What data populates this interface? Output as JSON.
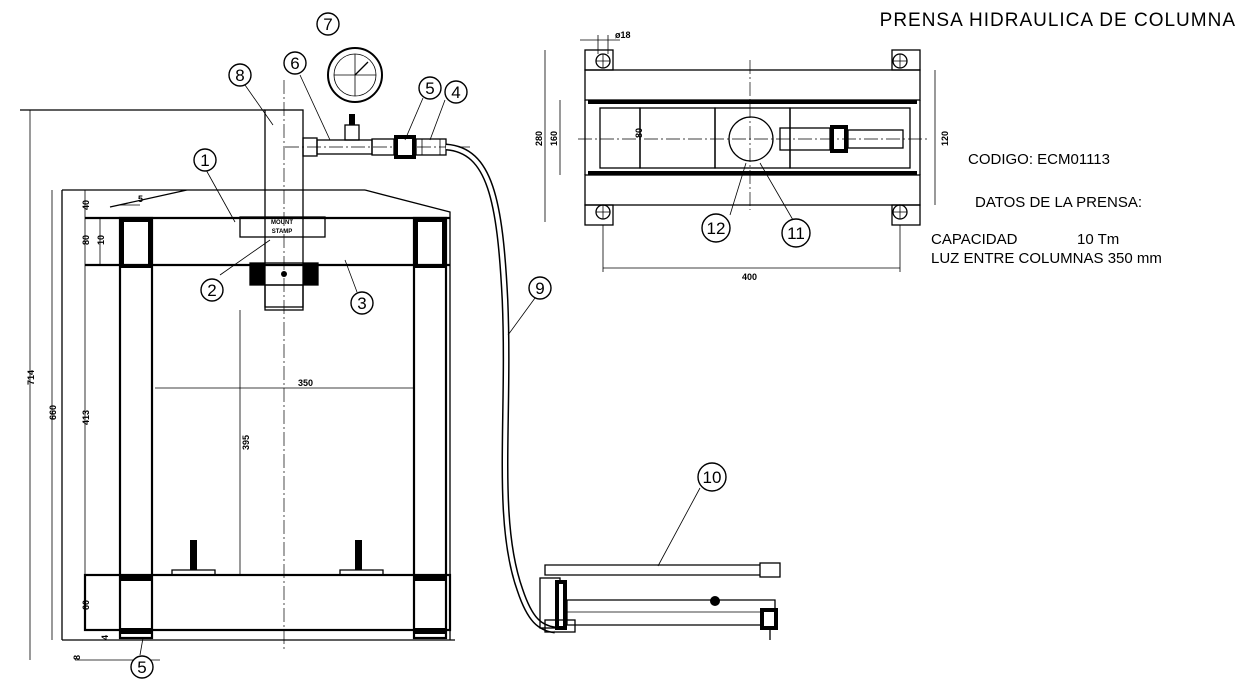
{
  "title": "PRENSA HIDRAULICA DE COLUMNA",
  "info": {
    "codigo": "CODIGO: ECM01113",
    "datos_heading": "DATOS DE LA PRENSA:",
    "capacidad_label": "CAPACIDAD",
    "capacidad_value": "10 Tm",
    "luz": "LUZ ENTRE COLUMNAS 350 mm"
  },
  "callouts": {
    "c1": "1",
    "c2": "2",
    "c3": "3",
    "c4": "4",
    "c5": "5",
    "c5b": "5",
    "c6": "6",
    "c7": "7",
    "c8": "8",
    "c9": "9",
    "c10": "10",
    "c11": "11",
    "c12": "12"
  },
  "dimensions": {
    "total_height": "714",
    "frame_height": "660",
    "inner_height": "413",
    "work_height": "395",
    "span": "350",
    "top_plate_thickness": "40",
    "beam_thickness": "80",
    "beam_small": "10",
    "top_offset": "5",
    "base_height": "60",
    "base_gap": "4",
    "foot": "8",
    "hole_diameter": "ø18",
    "plan_width": "400",
    "plan_depth_outer": "280",
    "plan_depth_mid": "160",
    "plan_channel": "80",
    "plan_right": "120"
  },
  "plate_labels": {
    "line1": "MOUNT",
    "line2": "STAMP"
  }
}
